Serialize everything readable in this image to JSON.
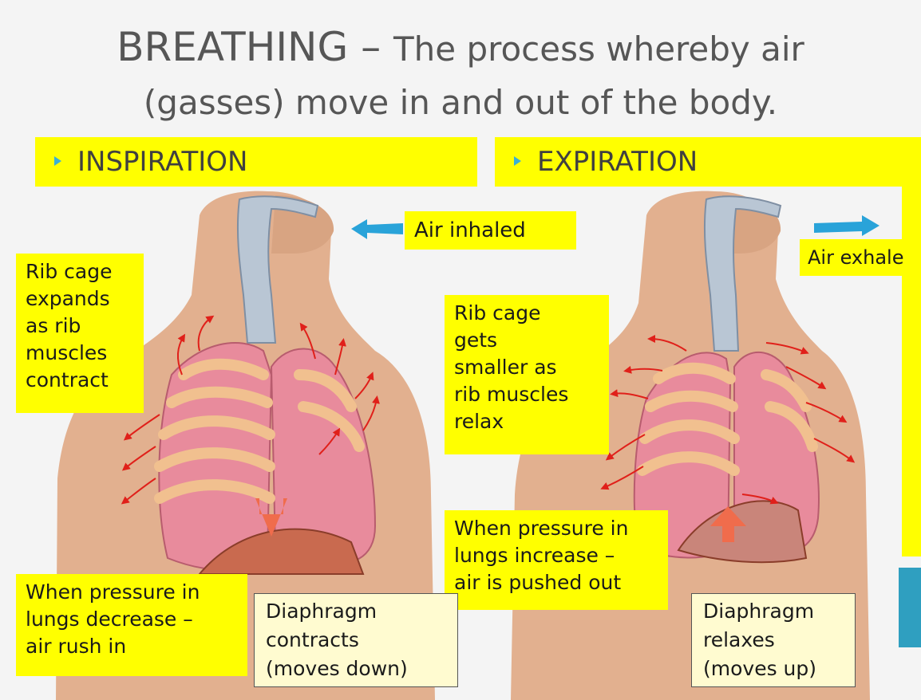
{
  "title": {
    "main": "BREATHING",
    "dash": " – ",
    "rest_line1": "The process whereby air",
    "line2": "(gasses) move in and out of the body."
  },
  "inspiration": {
    "header": "INSPIRATION",
    "air_label": "Air inhaled",
    "rib_cage": [
      "Rib cage",
      "expands",
      "as rib",
      "muscles",
      "contract"
    ],
    "pressure": [
      "When pressure in",
      "lungs decrease –",
      "air rush in"
    ],
    "diaphragm": [
      "Diaphragm",
      "contracts",
      "(moves down)"
    ]
  },
  "expiration": {
    "header": "EXPIRATION",
    "air_label": "Air exhale",
    "rib_cage": [
      "Rib cage",
      "gets",
      "smaller as",
      "rib muscles",
      "relax"
    ],
    "pressure": [
      "When pressure in",
      "lungs increase –",
      "air is pushed out"
    ],
    "diaphragm": [
      "Diaphragm",
      "relaxes",
      "(moves up)"
    ]
  },
  "colors": {
    "highlight": "#ffff00",
    "box": "#fffbd0",
    "arrow_air": "#29a3d9",
    "arrow_rib": "#e0201a",
    "skin": "#e2b08f",
    "lung": "#e88b9c",
    "title_text": "#565656",
    "accent_bar": "#2f9fc0"
  }
}
